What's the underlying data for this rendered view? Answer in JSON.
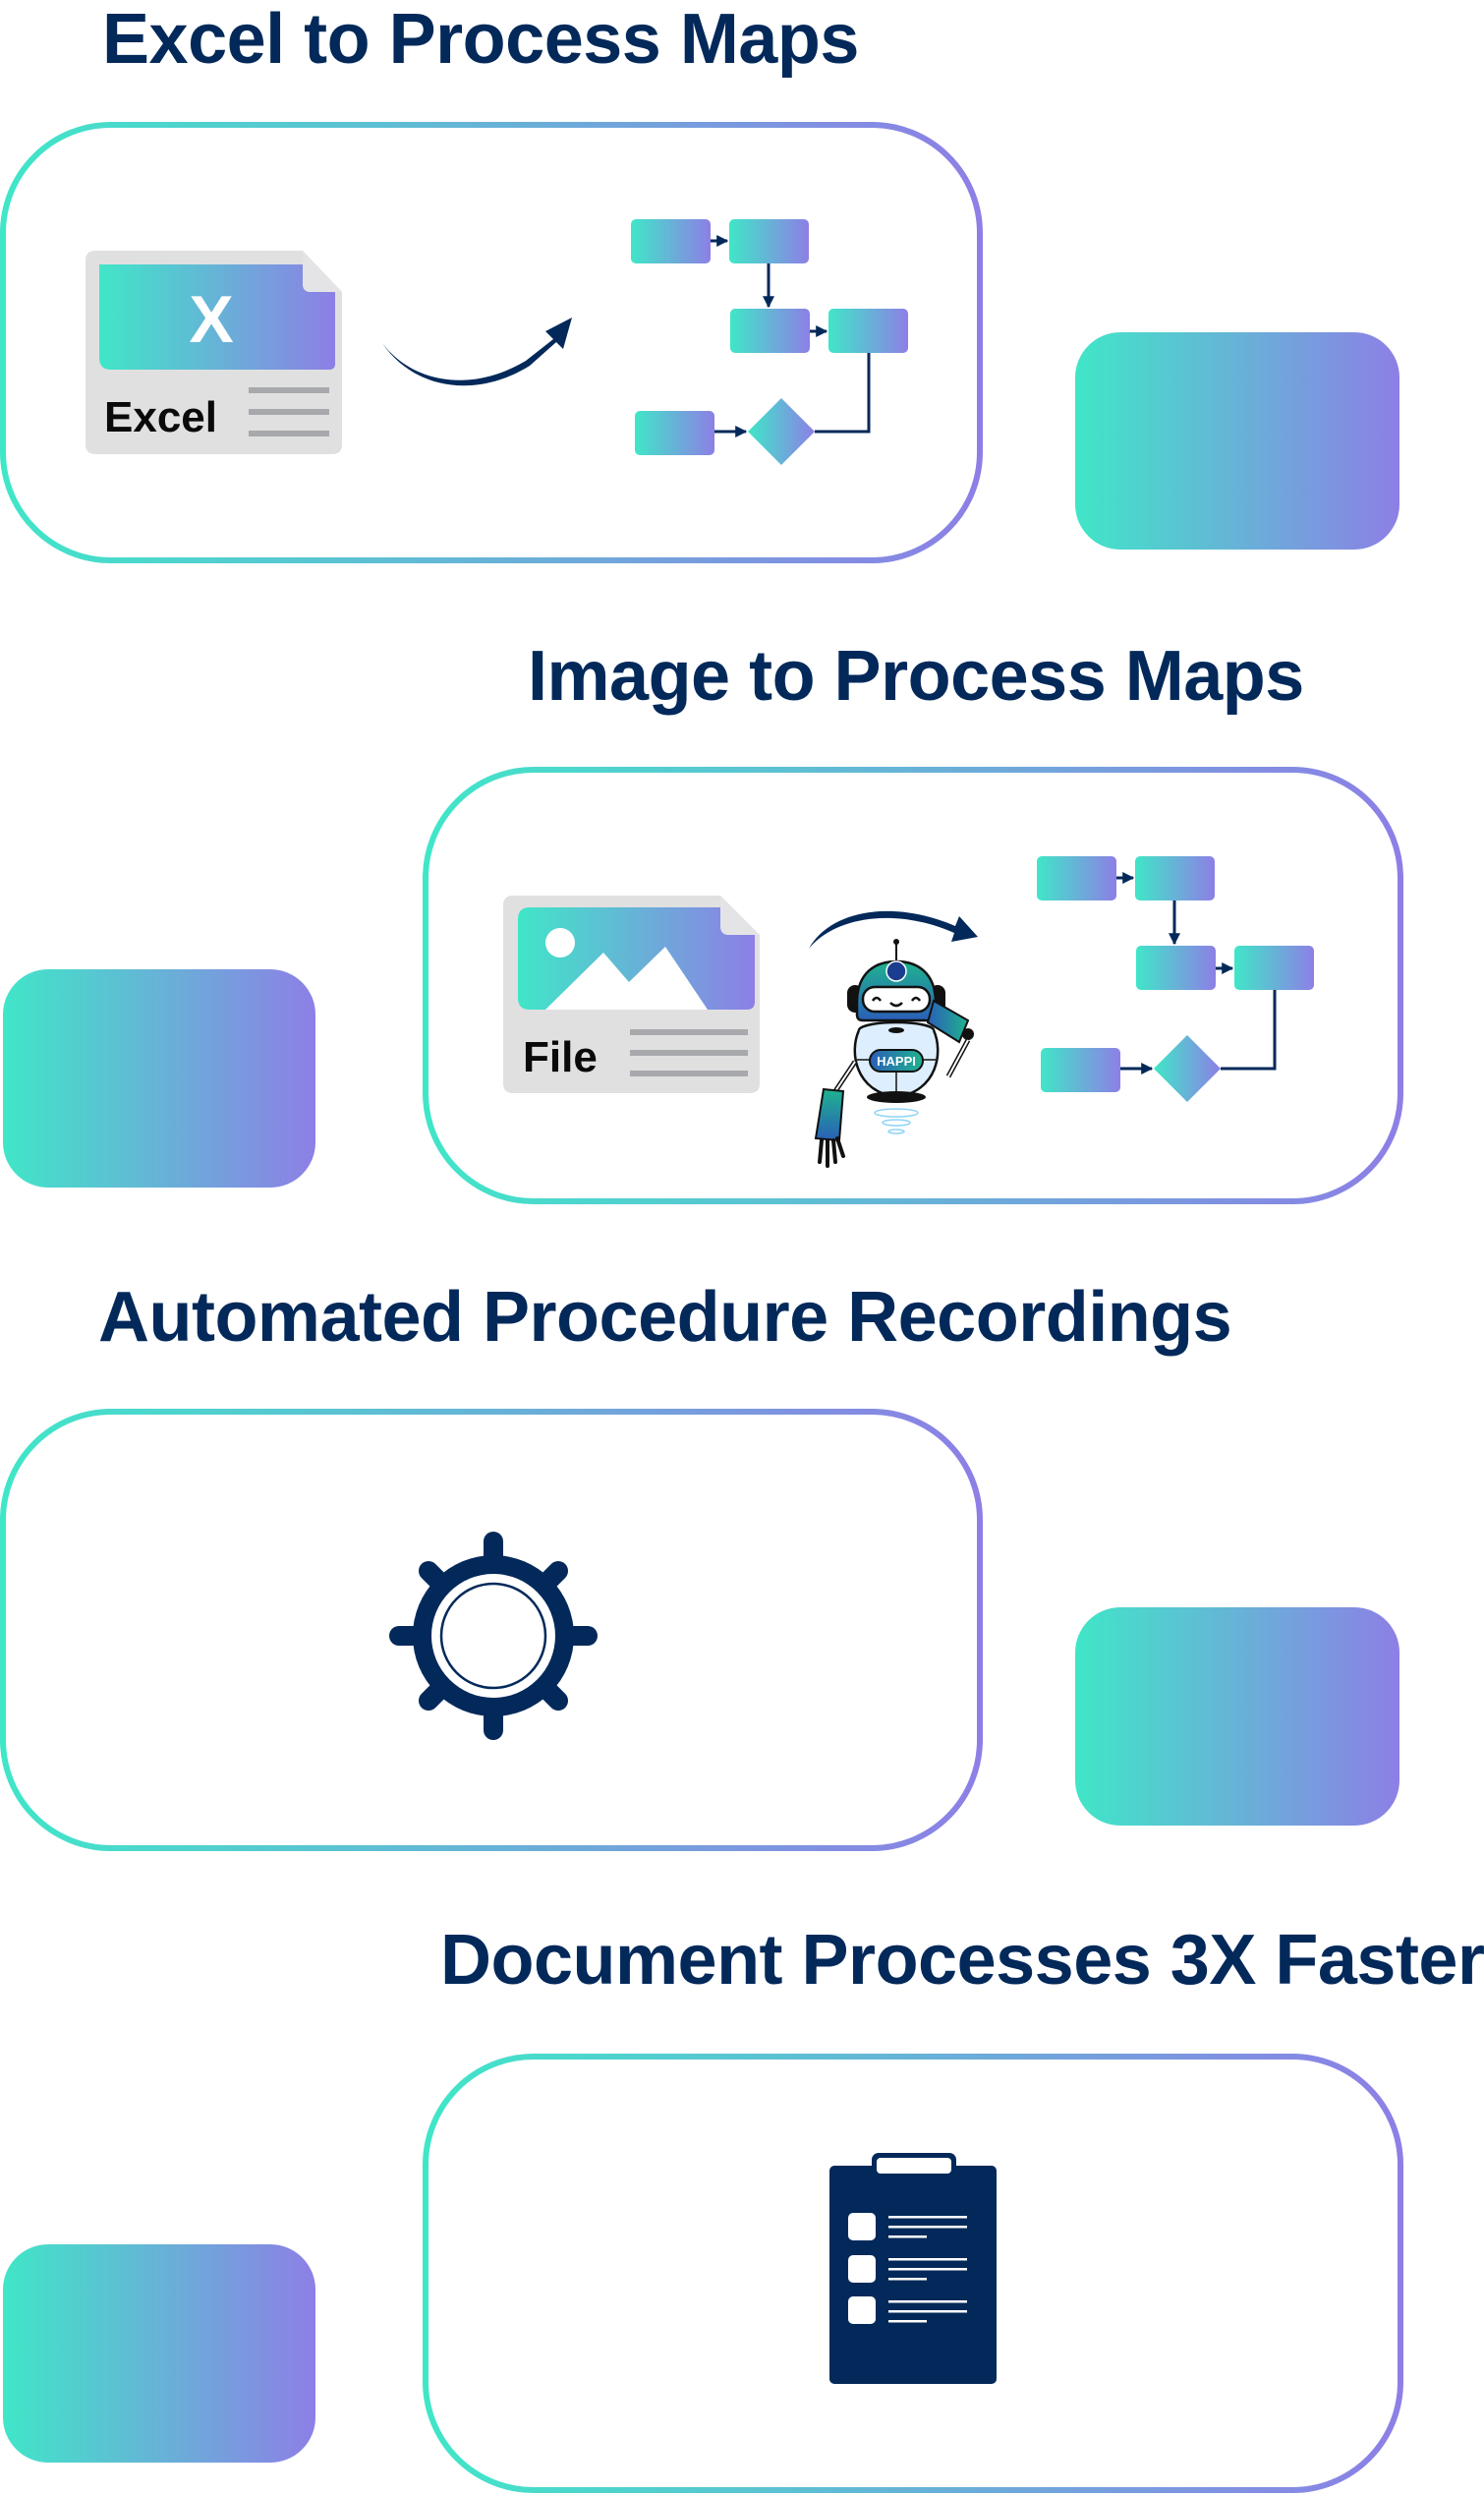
{
  "theme": {
    "gradient_start": "#40E6C8",
    "gradient_end": "#8D7FE6",
    "title_color": "#03295A",
    "icon_navy": "#03295A",
    "doc_gray": "#E0E0E0",
    "doc_line_gray": "#A8A9AD"
  },
  "sections": [
    {
      "title": "Excel to Process Maps",
      "source_icon": "excel-file-icon",
      "source_glyph": "X",
      "source_label": "Excel",
      "transform_icon": "curved-arrow-icon",
      "result_icon": "flowchart-icon"
    },
    {
      "title": "Image to Process Maps",
      "source_icon": "image-file-icon",
      "source_label": "File",
      "transform_icon": "robot-mascot-icon",
      "robot_badge": "HAPPI",
      "result_icon": "flowchart-icon"
    },
    {
      "title": "Automated Procedure Recordings",
      "icon": "gear-icon",
      "frame": "focus-brackets"
    },
    {
      "title": "Document Processes 3X Faster",
      "icon": "clipboard-checklist-icon",
      "frame": "focus-brackets"
    }
  ]
}
